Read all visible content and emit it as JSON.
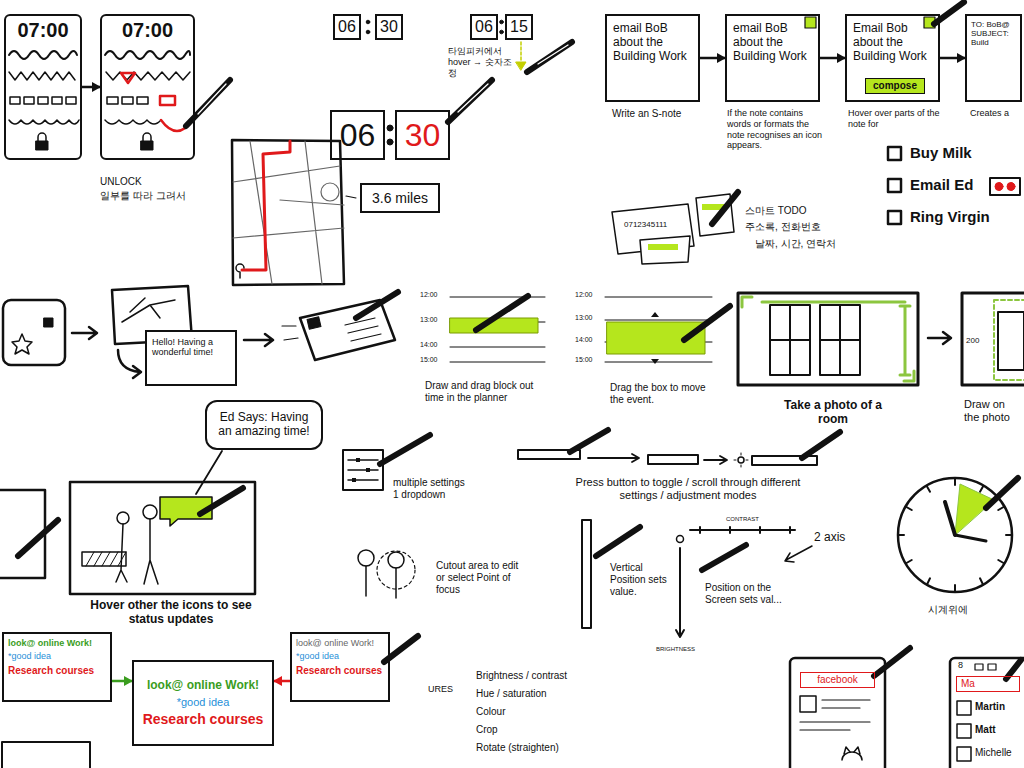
{
  "diagram": {
    "nodes": [
      {
        "text": [
          "07:00"
        ]
      },
      {
        "text": [
          "07:00"
        ]
      },
      {
        "text": [
          "06"
        ]
      },
      {
        "text": [
          "30"
        ]
      },
      {
        "text": [
          "06"
        ]
      },
      {
        "text": [
          "15"
        ]
      },
      {
        "text": [
          "06"
        ]
      },
      {
        "text": [
          "30"
        ]
      },
      {
        "text": [
          "3.6 miles"
        ]
      },
      {
        "text": [
          "email BoB about the Building Work"
        ]
      },
      {
        "text": [
          "email BoB about the Building Work"
        ]
      },
      {
        "text": [
          "Email Bob about the Building Work"
        ]
      },
      {
        "text": [
          "compose"
        ],
        "in": 11
      },
      {
        "text": [
          "TO: BoB@",
          "SUBJECT: Build"
        ]
      },
      {
        "text": [
          "Hello! Having a wonderful time!"
        ]
      },
      {
        "text": [
          "Ed Says: Having an amazing time!"
        ]
      },
      {
        "text": [
          "look@ online Work!",
          "*good idea",
          "Research courses"
        ]
      },
      {
        "text": [
          "look@ online Work!",
          "*good idea",
          "Research courses"
        ]
      },
      {
        "text": [
          "look@ online Work!",
          "*good idea",
          "Research courses"
        ]
      },
      {
        "text": [
          "facebook"
        ]
      },
      {
        "text": [
          "Ma"
        ]
      }
    ],
    "edges": [
      {
        "from": 0,
        "to": 1,
        "arrow": "to"
      },
      {
        "from": 9,
        "to": 10,
        "arrow": "to"
      },
      {
        "from": 10,
        "to": 11,
        "arrow": "to"
      },
      {
        "from": 11,
        "to": 13,
        "arrow": "to"
      },
      {
        "from": 16,
        "to": 17,
        "arrow": "to"
      },
      {
        "from": 18,
        "to": 17,
        "arrow": "to"
      }
    ],
    "labels": [
      "UNLOCK",
      "일부를 따라 그려서",
      "타임피커에서 hover → 숫자조정",
      "Write an S-note",
      "If the note contains words or formats the note recognises an icon appears.",
      "Hover over parts of the note for",
      "Creates a",
      "Buy Milk",
      "Email Ed",
      "Ring Virgin",
      "0712345111",
      "스마트 TODO",
      "주소록, 전화번호",
      "날짜, 시간, 연락처",
      "12:00",
      "13:00",
      "14:00",
      "15:00",
      "Draw and drag block out time in the planner",
      "12:00",
      "13:00",
      "14:00",
      "15:00",
      "Drag the box to move the event.",
      "Take a photo of a room",
      "200",
      "Draw on the photo",
      "Hover other the icons to see status updates",
      "multiple settings 1 dropdown",
      "Press button to toggle / scroll through different settings / adjustment modes",
      "CONTRAST",
      "2 axis",
      "BRIGHTNESS",
      "Vertical Position sets value.",
      "Position on the Screen sets val...",
      "Cutout area to edit or select Point of focus",
      "시계위에",
      "URES",
      "Brightness / contrast",
      "Hue / saturation",
      "Colour",
      "Crop",
      "Rotate (straighten)",
      "8",
      "Martin",
      "Matt",
      "Michelle"
    ]
  }
}
